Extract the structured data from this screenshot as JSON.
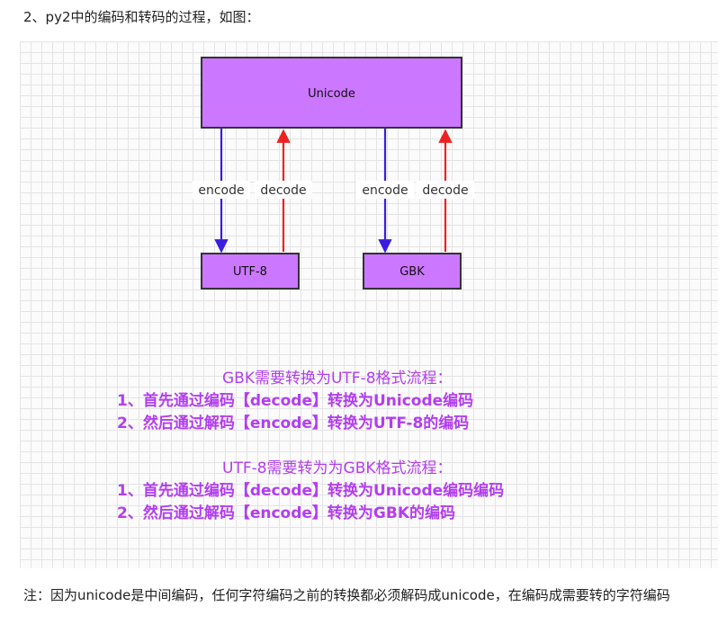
{
  "heading": "2、py2中的编码和转码的过程，如图：",
  "diagram": {
    "box_fill": "#cc77ff",
    "box_stroke": "#333333",
    "encode_color": "#3a1ee0",
    "decode_color": "#ee2222",
    "text_color": "#b23df0",
    "nodes": {
      "unicode": "Unicode",
      "utf8": "UTF-8",
      "gbk": "GBK"
    },
    "edges": {
      "utf8_encode": "encode",
      "utf8_decode": "decode",
      "gbk_encode": "encode",
      "gbk_decode": "decode"
    },
    "flows": {
      "gbk_title": "GBK需要转换为UTF-8格式流程：",
      "gbk_step1": "1、首先通过编码【decode】转换为Unicode编码",
      "gbk_step2": "2、然后通过解码【encode】转换为UTF-8的编码",
      "utf8_title": "UTF-8需要转为为GBK格式流程：",
      "utf8_step1": "1、首先通过编码【decode】转换为Unicode编码编码",
      "utf8_step2": "2、然后通过解码【encode】转换为GBK的编码"
    }
  },
  "note": "注：因为unicode是中间编码，任何字符编码之前的转换都必须解码成unicode，在编码成需要转的字符编码"
}
